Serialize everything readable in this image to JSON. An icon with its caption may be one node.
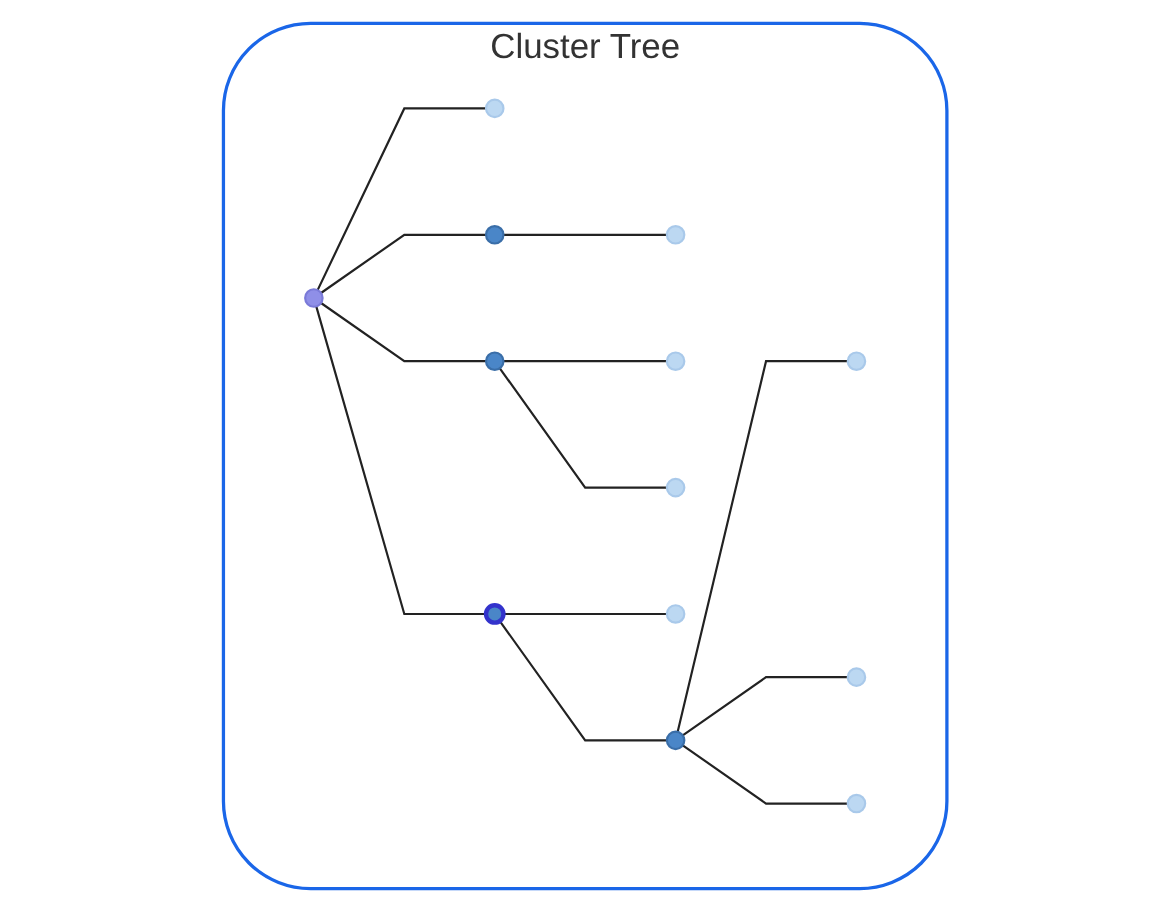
{
  "diagram": {
    "nodes": [
      {
        "text": [
          "Cluster Tree"
        ]
      },
      {
        "text": [],
        "shape": "circle",
        "in": 0
      },
      {
        "text": [],
        "shape": "circle",
        "in": 0
      },
      {
        "text": [],
        "shape": "circle",
        "in": 0
      },
      {
        "text": [],
        "shape": "circle",
        "in": 0
      },
      {
        "text": [],
        "shape": "circle",
        "in": 0
      },
      {
        "text": [],
        "shape": "circle",
        "in": 0
      },
      {
        "text": [],
        "shape": "circle",
        "in": 0
      },
      {
        "text": [],
        "shape": "circle",
        "in": 0
      },
      {
        "text": [],
        "shape": "circle",
        "in": 0
      },
      {
        "text": [],
        "shape": "circle",
        "in": 0
      },
      {
        "text": [],
        "shape": "circle",
        "in": 0
      },
      {
        "text": [],
        "shape": "circle",
        "in": 0
      },
      {
        "text": [],
        "shape": "circle",
        "in": 0
      }
    ],
    "edges": [
      {
        "from": 3,
        "to": 1,
        "arrow": "none"
      },
      {
        "from": 3,
        "to": 4,
        "arrow": "none"
      },
      {
        "from": 4,
        "to": 2,
        "arrow": "none"
      },
      {
        "from": 3,
        "to": 6,
        "arrow": "none"
      },
      {
        "from": 3,
        "to": 7,
        "arrow": "none"
      },
      {
        "from": 6,
        "to": 8,
        "arrow": "none"
      },
      {
        "from": 6,
        "to": 10,
        "arrow": "none"
      },
      {
        "from": 7,
        "to": 5,
        "arrow": "none"
      },
      {
        "from": 7,
        "to": 11,
        "arrow": "none"
      },
      {
        "from": 11,
        "to": 9,
        "arrow": "none"
      },
      {
        "from": 11,
        "to": 12,
        "arrow": "none"
      },
      {
        "from": 11,
        "to": 13,
        "arrow": "none"
      }
    ]
  }
}
